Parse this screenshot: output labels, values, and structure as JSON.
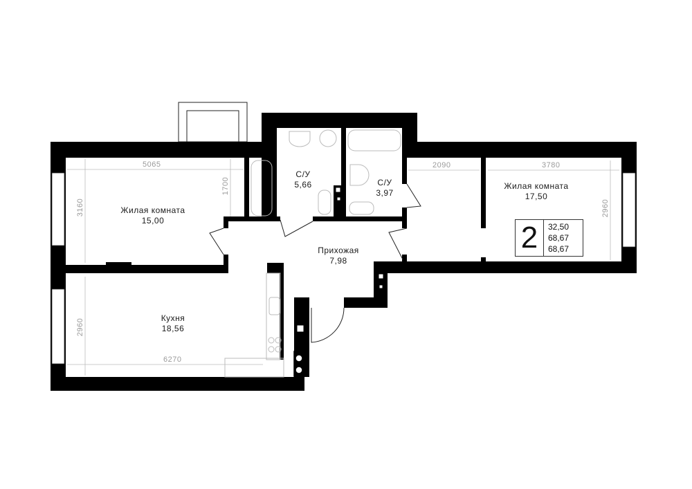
{
  "rooms": [
    {
      "name": "Жилая комната",
      "area": "15,00"
    },
    {
      "name": "С/У",
      "area": "5,66"
    },
    {
      "name": "С/У",
      "area": "3,97"
    },
    {
      "name": "Жилая комната",
      "area": "17,50"
    },
    {
      "name": "Прихожая",
      "area": "7,98"
    },
    {
      "name": "Кухня",
      "area": "18,56"
    }
  ],
  "dimensions": {
    "room1_width": "5065",
    "room1_height": "3160",
    "room1_inner": "1700",
    "kitchen_height": "2960",
    "kitchen_width": "6270",
    "corridor_width": "2090",
    "room2_width": "3780",
    "room2_height": "2960"
  },
  "summary": {
    "rooms_count": "2",
    "living_area": "32,50",
    "total_area": "68,67",
    "total_area_with_balcony": "68,67"
  },
  "colors": {
    "wall": "#000000",
    "fixture": "#bbbbbb",
    "dimension": "#9a9a9a"
  }
}
